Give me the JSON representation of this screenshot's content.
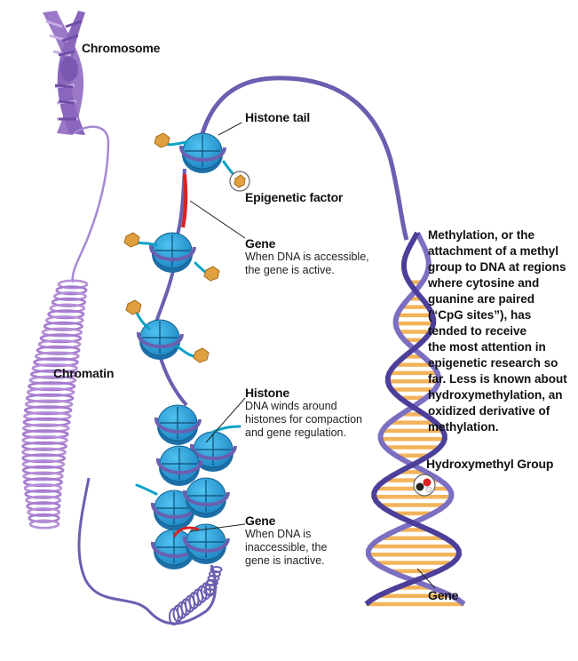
{
  "labels": {
    "chromosome": "Chromosome",
    "chromatin": "Chromatin",
    "histone_tail": "Histone tail",
    "epigenetic_factor": "Epigenetic factor",
    "gene_active_title": "Gene",
    "gene_active_desc_1": "When DNA is accessible,",
    "gene_active_desc_2": "the gene is active.",
    "histone_title": "Histone",
    "histone_desc_1": "DNA winds around",
    "histone_desc_2": "histones for compaction",
    "histone_desc_3": "and gene regulation.",
    "gene_inactive_title": "Gene",
    "gene_inactive_desc_1": "When DNA is",
    "gene_inactive_desc_2": "inaccessible, the",
    "gene_inactive_desc_3": "gene is inactive.",
    "methylation_lines": [
      "Methylation, or the",
      "attachment of a methyl",
      "group to DNA at regions",
      "where cytosine and",
      "guanine are paired",
      "(“CpG sites”), has",
      "tended to receive",
      "the most attention in",
      "epigenetic research so",
      "far. Less is known about",
      "hydroxymethylation, an",
      "oxidized derivative of",
      "methylation."
    ],
    "hydroxymethyl_group": "Hydroxymethyl Group",
    "gene_helix": "Gene"
  },
  "colors": {
    "chromosome": "#9b78c8",
    "chromatin": "#b58fd6",
    "dna_strand": "#6a5fb0",
    "histone": "#2a9fd6",
    "histone_dark": "#1d6fa8",
    "tail": "#0aa3c4",
    "epigenetic_factor": "#e0a040",
    "active_gene": "#e02020",
    "base_pairs": "#f2b35a"
  }
}
